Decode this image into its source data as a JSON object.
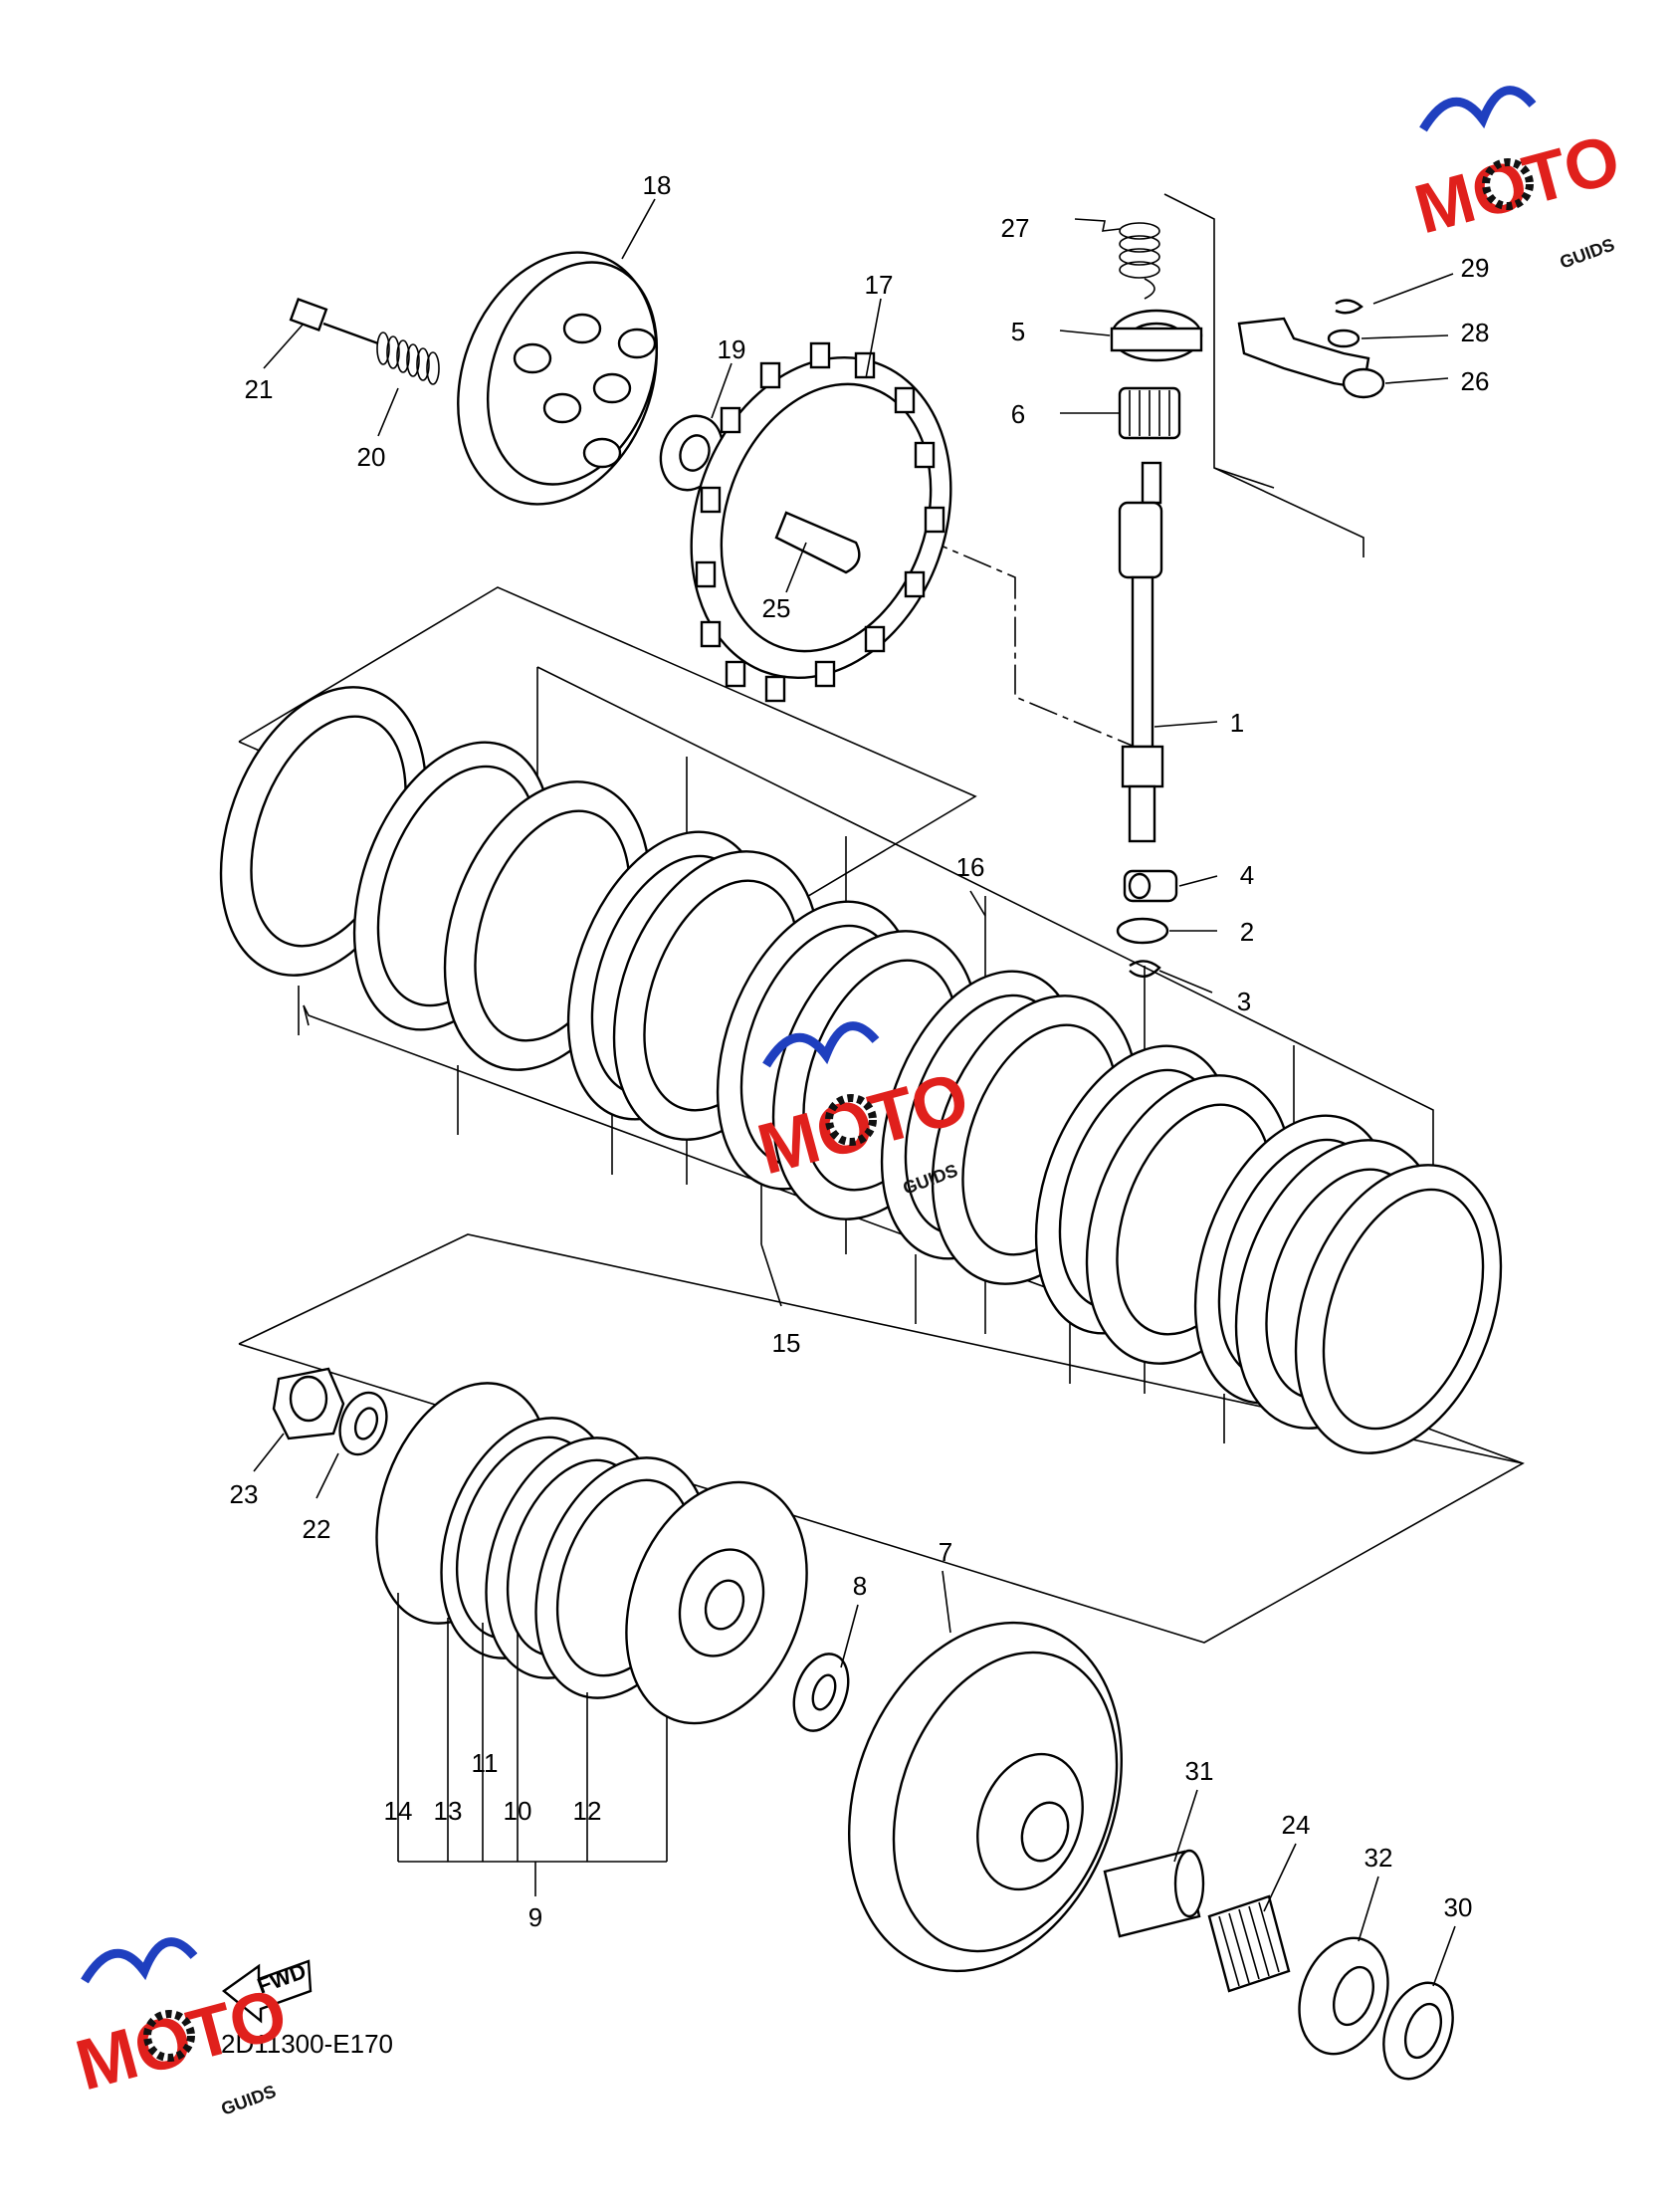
{
  "diagram": {
    "figure_code": "2D11300-E170",
    "fwd_label": "FWD",
    "callouts": [
      "18",
      "17",
      "19",
      "21",
      "20",
      "25",
      "27",
      "5",
      "6",
      "29",
      "28",
      "26",
      "1",
      "16",
      "4",
      "2",
      "3",
      "15",
      "23",
      "22",
      "8",
      "7",
      "14",
      "13",
      "11",
      "10",
      "12",
      "9",
      "31",
      "24",
      "32",
      "30"
    ]
  },
  "watermark": {
    "brand": "MOTO",
    "sub": "GUIDS",
    "colors": {
      "red": "#e0201c",
      "blue": "#1f3fbf",
      "black": "#111111"
    }
  }
}
